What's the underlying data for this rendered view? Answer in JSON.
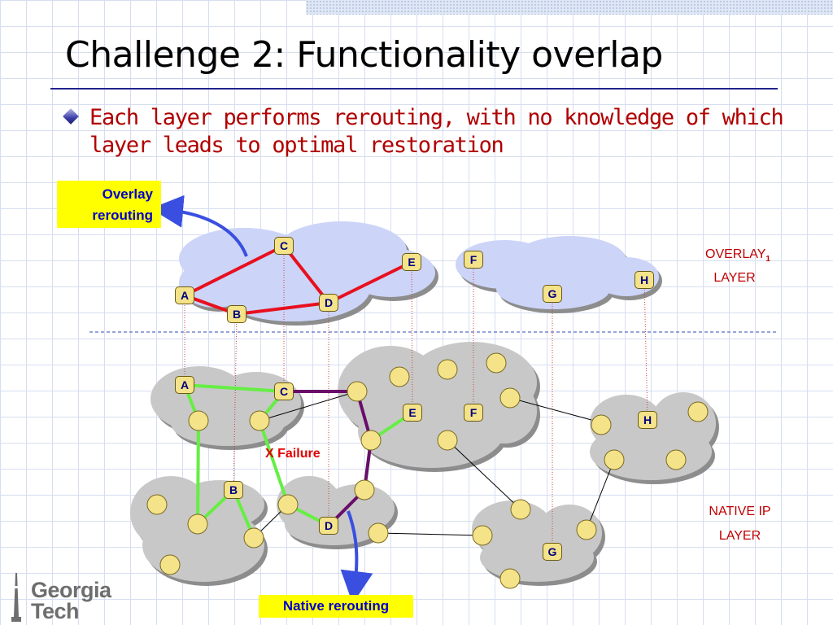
{
  "slide": {
    "title": "Challenge 2: Functionality overlap",
    "bullet": "Each layer performs rerouting, with no knowledge of which layer leads to optimal restoration"
  },
  "callouts": {
    "overlay_line1": "Overlay",
    "overlay_line2": "rerouting",
    "native": "Native rerouting"
  },
  "labels": {
    "overlay_layer_line1": "OVERLAY",
    "overlay_layer_sub": "1",
    "overlay_layer_line2": "LAYER",
    "native_layer_line1": "NATIVE IP",
    "native_layer_line2": "LAYER",
    "failure_mark": "X",
    "failure_text": "Failure"
  },
  "overlay_nodes": [
    "A",
    "B",
    "C",
    "D",
    "E",
    "F",
    "G",
    "H"
  ],
  "native_nodes": [
    "A",
    "B",
    "C",
    "D",
    "E",
    "F",
    "G",
    "H"
  ],
  "logo": {
    "line1": "Georgia",
    "line2": "Tech"
  },
  "colors": {
    "title_rule": "#23238e",
    "bullet_text": "#b00000",
    "callout_bg": "#ffff00",
    "callout_text": "#0000cc",
    "overlay_cloud": "#ccd4f8",
    "native_cloud": "#c8c8c8",
    "overlay_link": "#e8101e",
    "native_link_green": "#66ee44",
    "reroute_link_purple": "#6a0d6a",
    "node_fill": "#f5e38a",
    "arrow_blue": "#3a4fe0",
    "layer_label": "#c00000"
  }
}
